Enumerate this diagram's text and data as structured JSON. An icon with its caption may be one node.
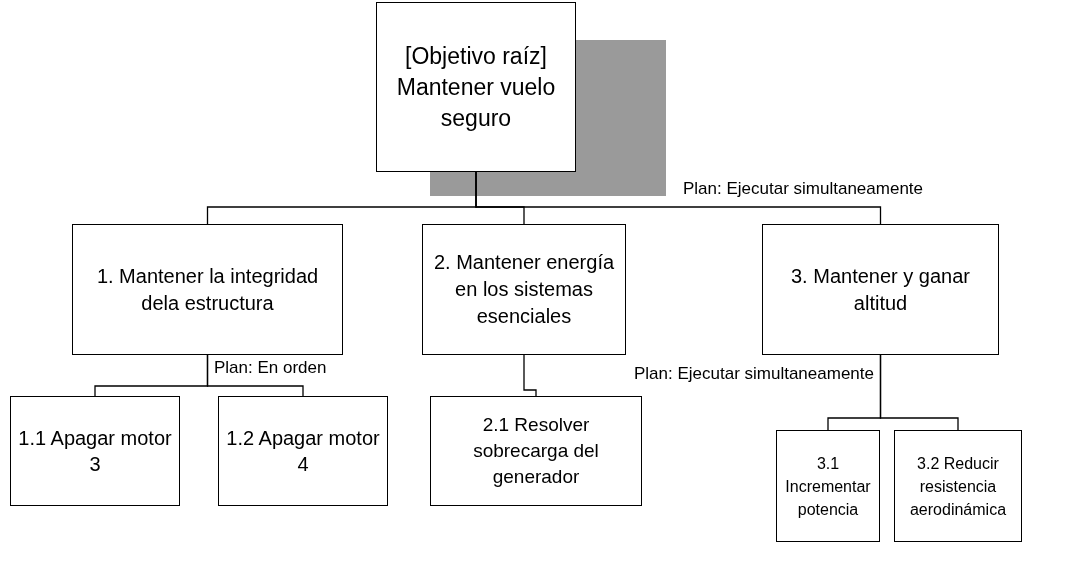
{
  "diagram": {
    "nodes": [
      {
        "text": [
          "[Objetivo raíz] Mantener vuelo seguro"
        ]
      },
      {
        "text": [
          "1. Mantener la integridad dela estructura"
        ]
      },
      {
        "text": [
          "2. Mantener energía en los sistemas esenciales"
        ]
      },
      {
        "text": [
          "3. Mantener y ganar altitud"
        ]
      },
      {
        "text": [
          "1.1 Apagar motor 3"
        ]
      },
      {
        "text": [
          "1.2 Apagar motor 4"
        ]
      },
      {
        "text": [
          "2.1 Resolver sobrecarga del generador"
        ]
      },
      {
        "text": [
          "3.1 Incrementar potencia"
        ]
      },
      {
        "text": [
          "3.2 Reducir resistencia aerodinámica"
        ]
      }
    ],
    "edges": [
      {
        "from": 0,
        "to": 1,
        "arrow": "none"
      },
      {
        "from": 0,
        "to": 2,
        "arrow": "none"
      },
      {
        "from": 0,
        "to": 3,
        "arrow": "none"
      },
      {
        "from": 1,
        "to": 4,
        "arrow": "none"
      },
      {
        "from": 1,
        "to": 5,
        "arrow": "none"
      },
      {
        "from": 2,
        "to": 6,
        "arrow": "none"
      },
      {
        "from": 3,
        "to": 7,
        "arrow": "none"
      },
      {
        "from": 3,
        "to": 8,
        "arrow": "none"
      }
    ],
    "labels": [
      "Plan: Ejecutar simultaneamente",
      "Plan: En orden",
      "Plan: Ejecutar simultaneamente"
    ]
  }
}
